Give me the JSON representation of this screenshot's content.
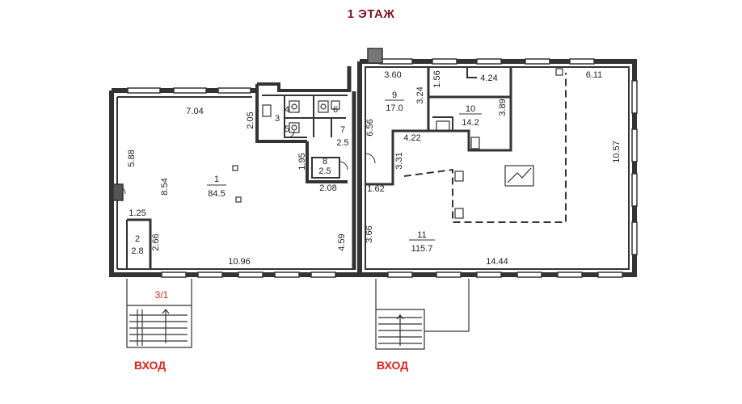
{
  "title": "1 ЭТАЖ",
  "entrances": [
    "ВХОД",
    "ВХОД"
  ],
  "building_number": "3/1",
  "rooms": [
    {
      "number": "1",
      "area": "84.5"
    },
    {
      "number": "2",
      "area": "2.8"
    },
    {
      "number": "3",
      "area": ""
    },
    {
      "number": "4",
      "area": ""
    },
    {
      "number": "5",
      "area": ""
    },
    {
      "number": "6",
      "area": ""
    },
    {
      "number": "7",
      "area": "2.5"
    },
    {
      "number": "8",
      "area": "2.5"
    },
    {
      "number": "9",
      "area": "17.0"
    },
    {
      "number": "10",
      "area": "14.2"
    },
    {
      "number": "11",
      "area": "115.7"
    }
  ],
  "dimensions": [
    "7.04",
    "5.88",
    "8.54",
    "1.25",
    "2.66",
    "10.96",
    "4.59",
    "2.05",
    "1.95",
    "2.08",
    "6.56",
    "3.60",
    "3.24",
    "1.56",
    "4.24",
    "6.11",
    "3.89",
    "4.22",
    "3.31",
    "1.62",
    "3.66",
    "10.57",
    "14.44"
  ],
  "colors": {
    "title": "#7b1020",
    "entrance": "#d9241f",
    "wall": "#333333",
    "building_number": "#d9241f"
  }
}
